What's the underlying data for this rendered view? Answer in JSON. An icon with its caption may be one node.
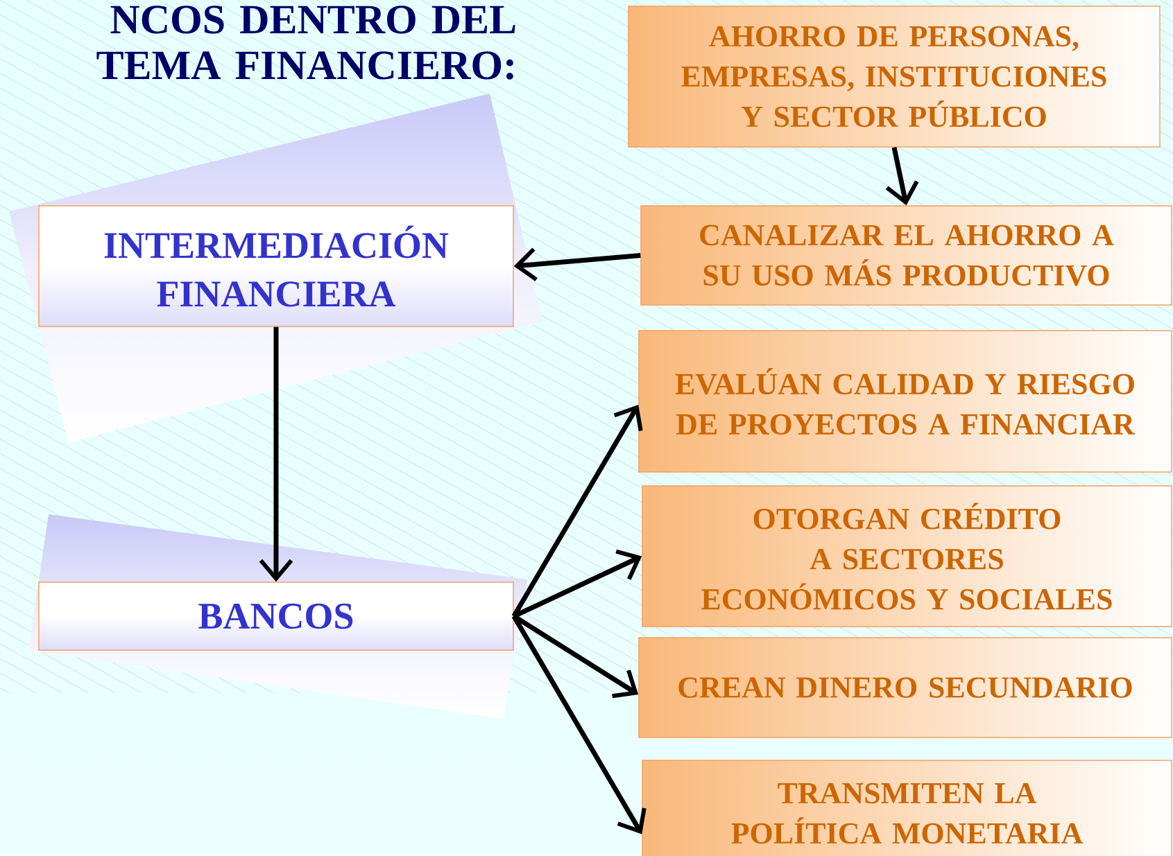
{
  "diagram": {
    "title": "NCOS DENTRO DEL TEMA FINANCIERO:",
    "nodes": [
      {
        "text": [
          "AHORRO DE PERSONAS, EMPRESAS, INSTITUCIONES Y SECTOR PÚBLICO"
        ]
      },
      {
        "text": [
          "CANALIZAR EL AHORRO A SU USO MÁS PRODUCTIVO"
        ]
      },
      {
        "text": [
          "INTERMEDIACIÓN FINANCIERA"
        ]
      },
      {
        "text": [
          "BANCOS"
        ]
      },
      {
        "text": [
          "EVALÚAN CALIDAD Y RIESGO DE PROYECTOS A FINANCIAR"
        ]
      },
      {
        "text": [
          "OTORGAN CRÉDITO A SECTORES ECONÓMICOS Y SOCIALES"
        ]
      },
      {
        "text": [
          "CREAN DINERO SECUNDARIO"
        ]
      },
      {
        "text": [
          "TRANSMITEN LA POLÍTICA MONETARIA"
        ]
      }
    ],
    "edges": [
      {
        "from": 0,
        "to": 1,
        "arrow": "to"
      },
      {
        "from": 1,
        "to": 2,
        "arrow": "to"
      },
      {
        "from": 2,
        "to": 3,
        "arrow": "to"
      },
      {
        "from": 3,
        "to": 4,
        "arrow": "to"
      },
      {
        "from": 3,
        "to": 5,
        "arrow": "to"
      },
      {
        "from": 3,
        "to": 6,
        "arrow": "to"
      },
      {
        "from": 3,
        "to": 7,
        "arrow": "to"
      }
    ]
  }
}
